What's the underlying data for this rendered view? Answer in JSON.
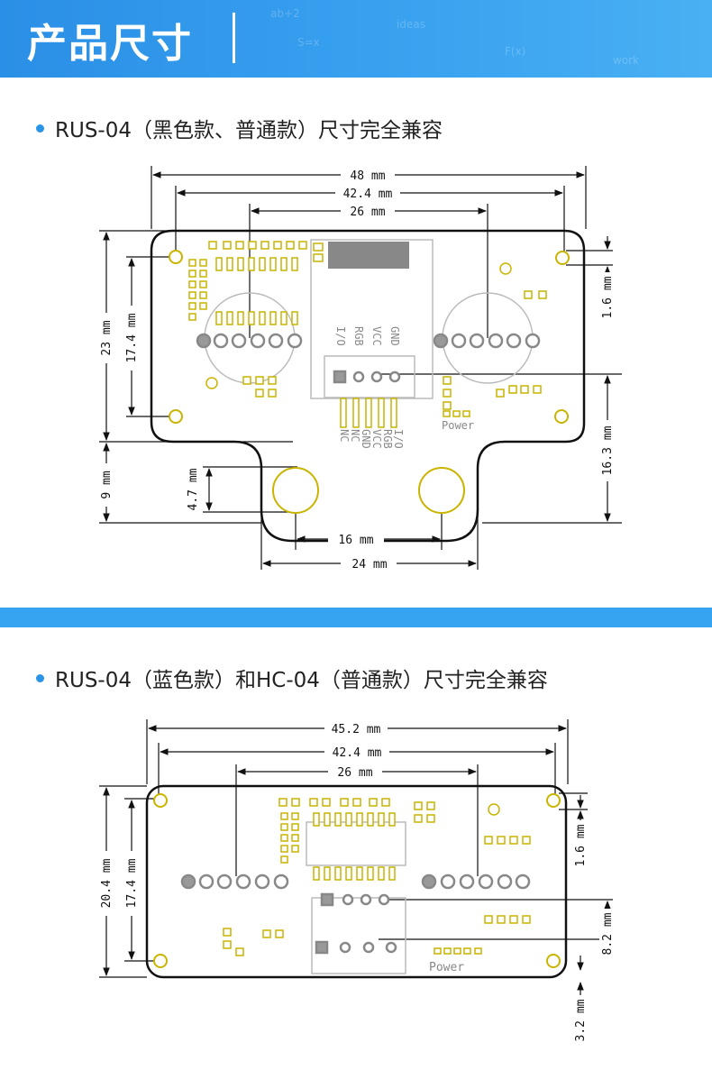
{
  "banner": {
    "title": "产品尺寸"
  },
  "section1": {
    "title": "RUS-04（黑色款、普通款）尺寸完全兼容",
    "dims": {
      "w48": "48 mm",
      "w424": "42.4 mm",
      "w26": "26 mm",
      "h23": "23 mm",
      "h174": "17.4 mm",
      "h16": "1.6 mm",
      "h163": "16.3 mm",
      "h9": "9 mm",
      "h47": "4.7 mm",
      "w16": "16 mm",
      "w24": "24 mm"
    },
    "labels": {
      "gnd": "GND",
      "vcc": "VCC",
      "rgb": "RGB",
      "io": "I/O",
      "nc": "NC",
      "power": "Power"
    }
  },
  "section2": {
    "title": "RUS-04（蓝色款）和HC-04（普通款）尺寸完全兼容",
    "dims": {
      "w452": "45.2 mm",
      "w424": "42.4 mm",
      "w26": "26 mm",
      "h204": "20.4 mm",
      "h174": "17.4 mm",
      "h16": "1.6 mm",
      "h82": "8.2 mm",
      "h32": "3.2 mm"
    },
    "labels": {
      "power": "Power"
    }
  }
}
